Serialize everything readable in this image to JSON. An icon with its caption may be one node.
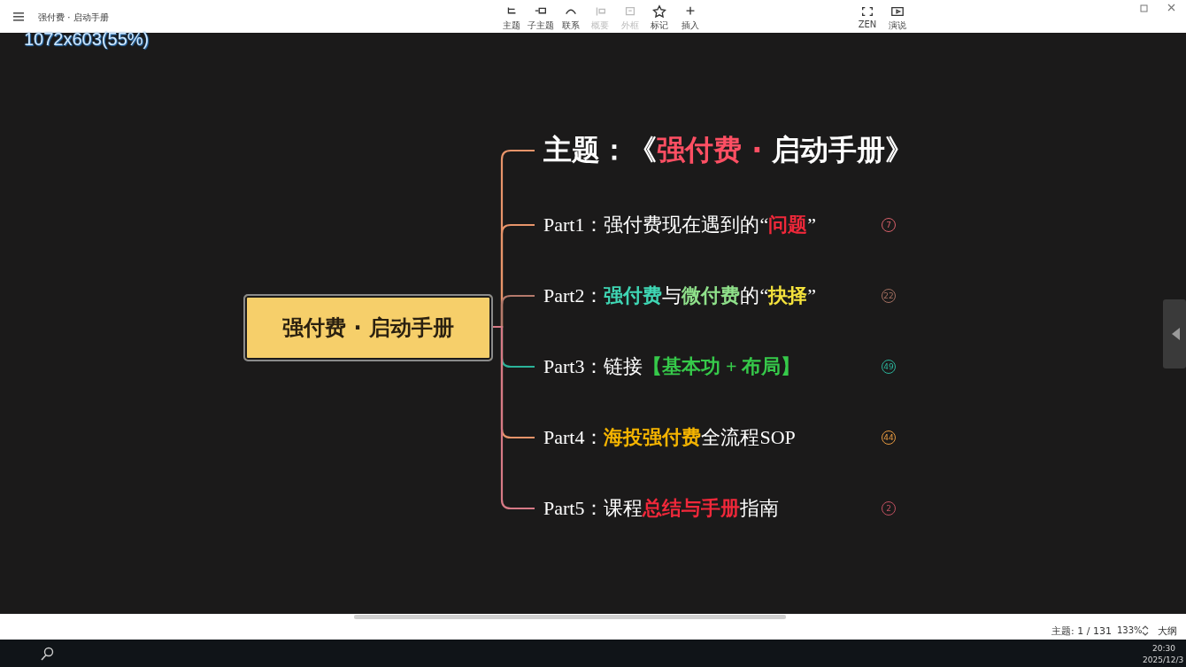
{
  "diagram": {
    "nodes": [
      {
        "text": [
          "强付费 · 启动手册"
        ]
      },
      {
        "text": [
          "主题：《",
          "强付费 · ",
          "启动手册》"
        ]
      },
      {
        "text": [
          "Part1：强付费现在遇到的“",
          "问题",
          "”"
        ]
      },
      {
        "text": [
          "Part2：",
          "强付费",
          "与",
          "微付费",
          "的“",
          "抉择",
          "”"
        ]
      },
      {
        "text": [
          "Part3：链接",
          "【基本功 + 布局】"
        ]
      },
      {
        "text": [
          "Part4：",
          "海投强付费",
          "全流程SOP"
        ]
      },
      {
        "text": [
          "Part5：课程",
          "总结与手册",
          "指南"
        ]
      }
    ],
    "edges": [
      {
        "from": 0,
        "to": 1,
        "arrow": "none"
      },
      {
        "from": 0,
        "to": 2,
        "arrow": "none"
      },
      {
        "from": 0,
        "to": 3,
        "arrow": "none",
        "color": "#b57a6c"
      },
      {
        "from": 0,
        "to": 4,
        "arrow": "none",
        "color": "#2bb39a"
      },
      {
        "from": 0,
        "to": 5,
        "arrow": "none"
      },
      {
        "from": 0,
        "to": 6,
        "arrow": "none",
        "color": "#d77a86"
      }
    ],
    "labels": [
      "强付费 · 启动手册",
      "1072x603(55%)",
      "主题",
      "子主题",
      "联系",
      "概要",
      "外框",
      "标记",
      "插入",
      "ZEN",
      "演说",
      "主题: 1 / 131",
      "133%",
      "大纲",
      "20:30",
      "2025/12/3",
      "7",
      "22",
      "49",
      "44",
      "2"
    ]
  }
}
